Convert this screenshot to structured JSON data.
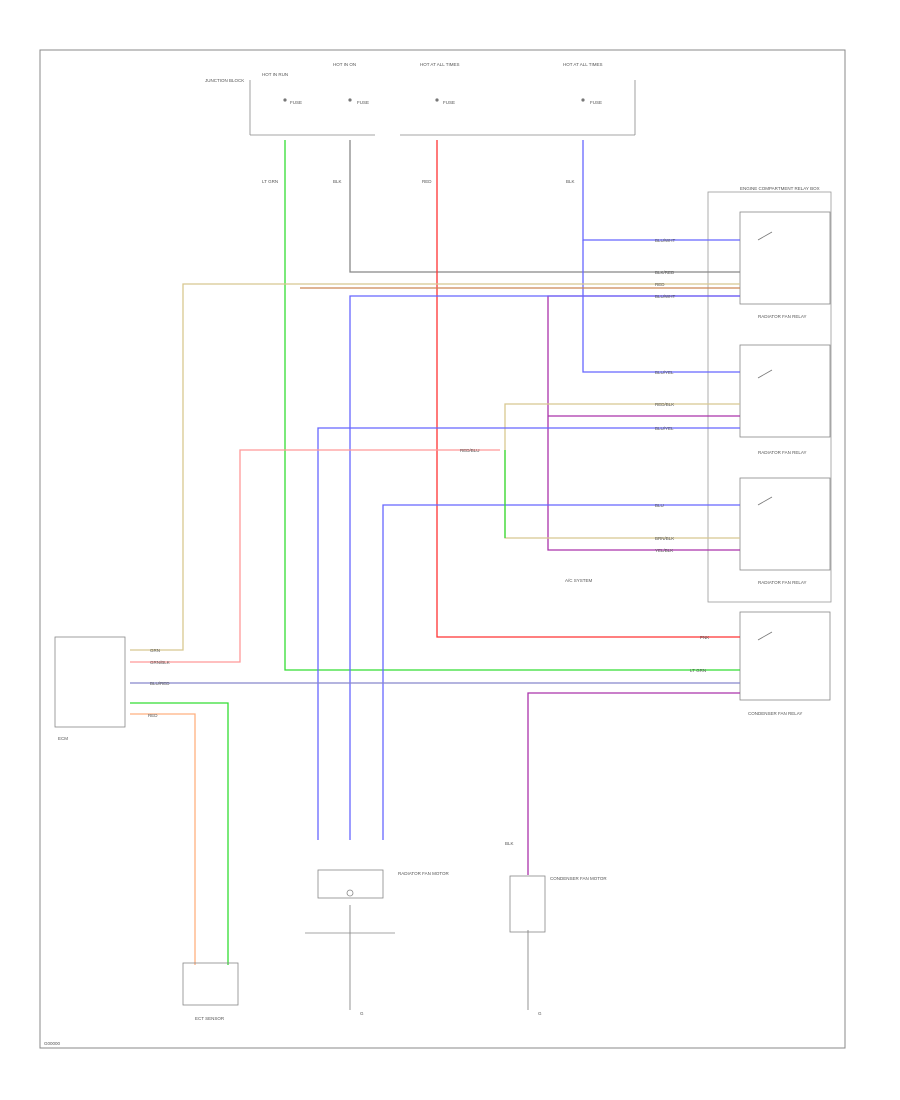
{
  "colors": {
    "green": "#33dd33",
    "red": "#ff3333",
    "blue": "#6666ff",
    "purple": "#aa33aa",
    "tan": "#d8c890",
    "gray": "#888888",
    "light_red": "#ff9999",
    "orange": "#ffb080"
  },
  "diagram": {
    "fuse_labels": [
      "HOT IN RUN",
      "HOT IN ON",
      "HOT AT ALL TIMES",
      "HOT AT ALL TIMES"
    ],
    "fuse_names": [
      "FUSE",
      "FUSE",
      "FUSE",
      "FUSE"
    ],
    "junction_label": "JUNCTION BLOCK",
    "relay_panel_label": "ENGINE COMPARTMENT RELAY BOX",
    "relays": [
      "RADIATOR FAN RELAY",
      "RADIATOR FAN RELAY",
      "RADIATOR FAN RELAY",
      "CONDENSER FAN RELAY"
    ],
    "ecm_label": "ECM",
    "sensor_label": "ECT SENSOR",
    "fan_motor_label": "RADIATOR FAN MOTOR",
    "cond_motor_label": "CONDENSER FAN MOTOR",
    "ground_labels": [
      "G",
      "G"
    ],
    "wire_labels": [
      "LT GRN",
      "BLK",
      "RED",
      "BLK",
      "BLU/WHT",
      "RED",
      "BLU/YEL",
      "BLU",
      "PNK",
      "BLK/RED",
      "BLU/WHT",
      "RED/BLU",
      "RED/BLK",
      "BLU/YEL",
      "BRN/BLK",
      "YEL/BLK",
      "GRN/BLK",
      "BLU/RED",
      "GRN",
      "LT GRN",
      "RED",
      "BLK"
    ],
    "note": "A/C SYSTEM",
    "footer_code": "G00000"
  }
}
